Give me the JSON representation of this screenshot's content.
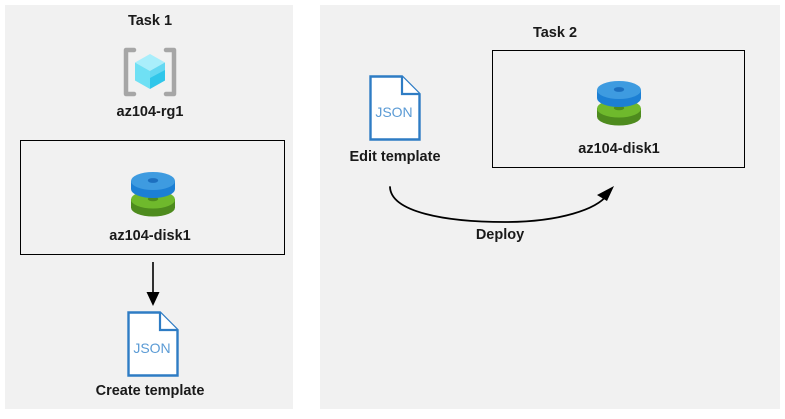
{
  "diagram": {
    "background_color": "#ffffff",
    "panel_color": "#f1f1f1",
    "outline_color": "#000000",
    "accent_blue": "#2E7CC4",
    "disk_blue": "#3E9BE0",
    "disk_green": "#6FB92C",
    "cube_cyan": "#4FD9F5",
    "bracket_gray": "#A6A6A6"
  },
  "panels": {
    "left": {
      "title": "Task 1",
      "resource_group": {
        "icon": "resource-group-cube-icon",
        "label": "az104-rg1"
      },
      "box": {
        "disk": {
          "icon": "managed-disk-icon",
          "label": "az104-disk1"
        }
      },
      "arrow": {
        "icon": "arrow-down-icon",
        "label": ""
      },
      "template": {
        "icon": "json-file-icon",
        "file_type": "JSON",
        "label": "Create template"
      }
    },
    "right": {
      "title": "Task 2",
      "template": {
        "icon": "json-file-icon",
        "file_type": "JSON",
        "label": "Edit template"
      },
      "box": {
        "disk": {
          "icon": "managed-disk-icon",
          "label": "az104-disk1"
        }
      },
      "arrow": {
        "icon": "curved-arrow-right-icon",
        "label": "Deploy"
      }
    }
  }
}
